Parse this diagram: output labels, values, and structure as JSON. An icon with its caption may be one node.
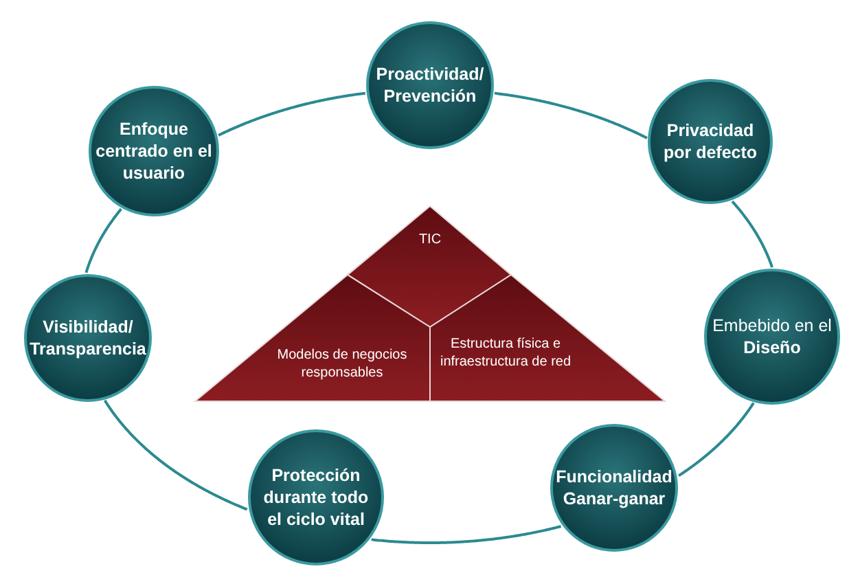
{
  "diagram": {
    "nodes": [
      {
        "text": [
          "Proactividad/ Prevención"
        ]
      },
      {
        "text": [
          "Privacidad por defecto"
        ]
      },
      {
        "text": [
          "Embebido en el **Diseño**"
        ]
      },
      {
        "text": [
          "Funcionalidad Ganar-ganar"
        ]
      },
      {
        "text": [
          "Protección durante todo el ciclo vital"
        ]
      },
      {
        "text": [
          "Visibilidad/ Transparencia"
        ]
      },
      {
        "text": [
          "Enfoque centrado en el usuario"
        ]
      },
      {
        "text": [
          "TIC"
        ]
      },
      {
        "text": [
          "Modelos de negocios responsables"
        ]
      },
      {
        "text": [
          "Estructura física e infraestructura de red"
        ]
      }
    ],
    "edges": [
      {
        "from": 0,
        "to": 1,
        "arrow": "none"
      },
      {
        "from": 1,
        "to": 2,
        "arrow": "none"
      },
      {
        "from": 2,
        "to": 3,
        "arrow": "none"
      },
      {
        "from": 3,
        "to": 4,
        "arrow": "none"
      },
      {
        "from": 4,
        "to": 5,
        "arrow": "none"
      },
      {
        "from": 5,
        "to": 6,
        "arrow": "none"
      },
      {
        "from": 6,
        "to": 0,
        "arrow": "none"
      }
    ]
  }
}
